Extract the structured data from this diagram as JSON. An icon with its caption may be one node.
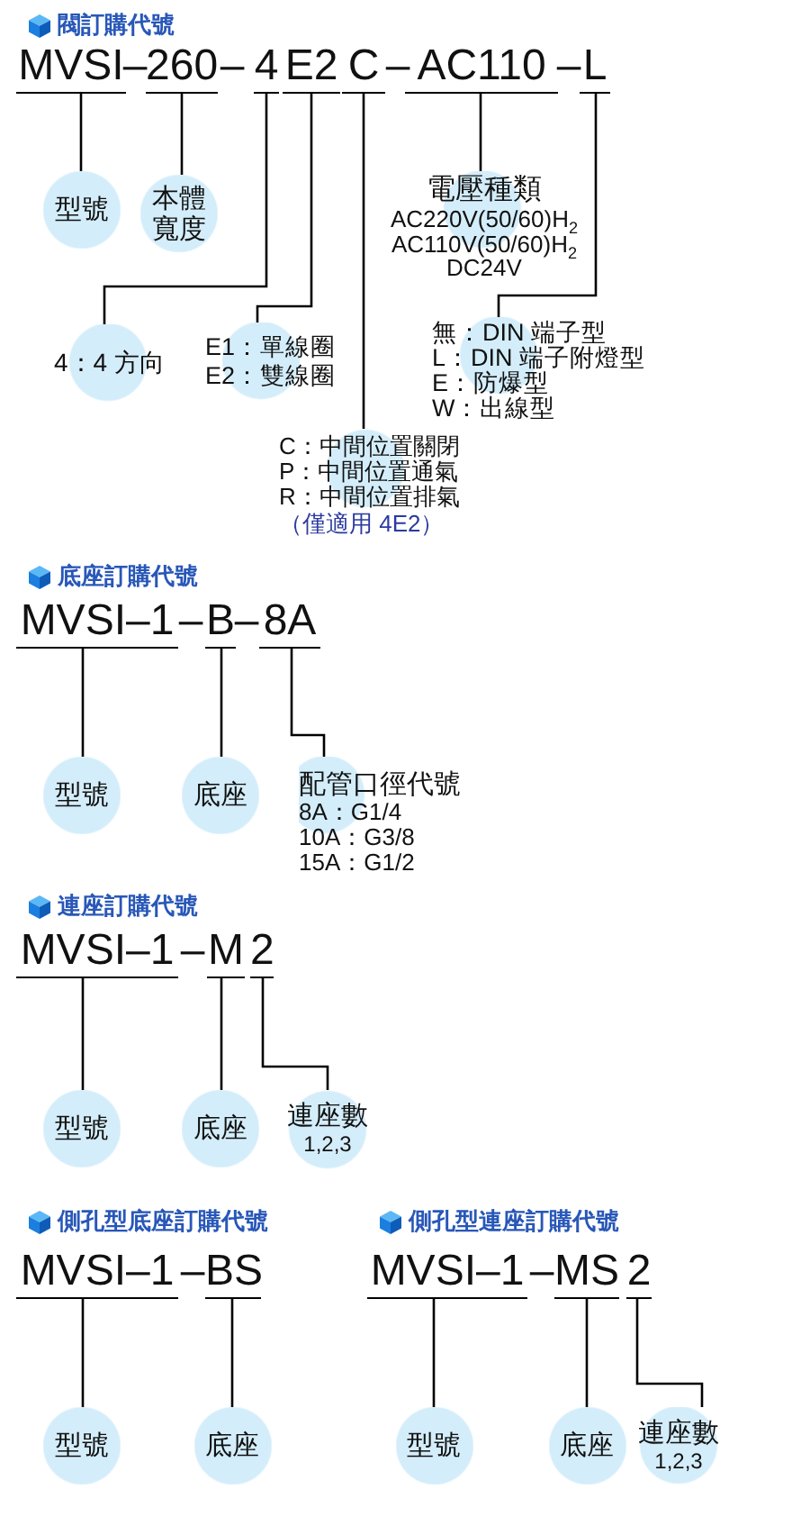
{
  "diagram": {
    "nodes": [
      {
        "text": [
          "MVSI"
        ]
      },
      {
        "text": [
          "260"
        ]
      },
      {
        "text": [
          "4"
        ]
      },
      {
        "text": [
          "E2"
        ]
      },
      {
        "text": [
          "C"
        ]
      },
      {
        "text": [
          "AC110"
        ]
      },
      {
        "text": [
          "L"
        ]
      },
      {
        "text": [
          "型號"
        ]
      },
      {
        "text": [
          "本體寬度"
        ]
      },
      {
        "text": [
          "4：4 方向"
        ]
      },
      {
        "text": [
          "E1：單線圈",
          "E2：雙線圈"
        ]
      },
      {
        "text": [
          "C：中間位置關閉",
          "P：中間位置通氣",
          "R：中間位置排氣",
          "（僅適用 4E2）"
        ]
      },
      {
        "text": [
          "電壓種類",
          "AC220V(50/60)H$_{2}$",
          "AC110V(50/60)H$_{2}$",
          "DC24V"
        ]
      },
      {
        "text": [
          "無：DIN 端子型",
          "L：DIN 端子附燈型",
          "E：防爆型",
          "W：出線型"
        ]
      },
      {
        "text": [
          "MVSI–1"
        ]
      },
      {
        "text": [
          "B"
        ]
      },
      {
        "text": [
          "8A"
        ]
      },
      {
        "text": [
          "型號"
        ]
      },
      {
        "text": [
          "底座"
        ]
      },
      {
        "text": [
          "配管口徑代號",
          "8A：G1/4",
          "10A：G3/8",
          "15A：G1/2"
        ]
      },
      {
        "text": [
          "MVSI–1"
        ]
      },
      {
        "text": [
          "M"
        ]
      },
      {
        "text": [
          "2"
        ]
      },
      {
        "text": [
          "型號"
        ]
      },
      {
        "text": [
          "底座"
        ]
      },
      {
        "text": [
          "連座數",
          "1,2,3"
        ]
      },
      {
        "text": [
          "MVSI–1"
        ]
      },
      {
        "text": [
          "BS"
        ]
      },
      {
        "text": [
          "型號"
        ]
      },
      {
        "text": [
          "底座"
        ]
      },
      {
        "text": [
          "MVSI–1"
        ]
      },
      {
        "text": [
          "MS"
        ]
      },
      {
        "text": [
          "2"
        ]
      },
      {
        "text": [
          "型號"
        ]
      },
      {
        "text": [
          "底座"
        ]
      },
      {
        "text": [
          "連座數",
          "1,2,3"
        ]
      }
    ],
    "edges": [
      {
        "from": 0,
        "to": 7,
        "arrow": "none"
      },
      {
        "from": 1,
        "to": 8,
        "arrow": "none"
      },
      {
        "from": 2,
        "to": 9,
        "arrow": "none"
      },
      {
        "from": 3,
        "to": 10,
        "arrow": "none"
      },
      {
        "from": 4,
        "to": 11,
        "arrow": "none"
      },
      {
        "from": 5,
        "to": 12,
        "arrow": "none"
      },
      {
        "from": 6,
        "to": 13,
        "arrow": "none"
      },
      {
        "from": 14,
        "to": 17,
        "arrow": "none"
      },
      {
        "from": 15,
        "to": 18,
        "arrow": "none"
      },
      {
        "from": 16,
        "to": 19,
        "arrow": "none"
      },
      {
        "from": 20,
        "to": 23,
        "arrow": "none"
      },
      {
        "from": 21,
        "to": 24,
        "arrow": "none"
      },
      {
        "from": 22,
        "to": 25,
        "arrow": "none"
      },
      {
        "from": 26,
        "to": 28,
        "arrow": "none"
      },
      {
        "from": 27,
        "to": 29,
        "arrow": "none"
      },
      {
        "from": 30,
        "to": 33,
        "arrow": "none"
      },
      {
        "from": 31,
        "to": 34,
        "arrow": "none"
      },
      {
        "from": 32,
        "to": 35,
        "arrow": "none"
      }
    ],
    "labels": [
      "閥訂購代號",
      "–",
      "–",
      "–",
      "–",
      "底座訂購代號",
      "–",
      "–",
      "連座訂購代號",
      "–",
      "側孔型底座訂購代號",
      "側孔型連座訂購代號",
      "–",
      "–"
    ]
  }
}
